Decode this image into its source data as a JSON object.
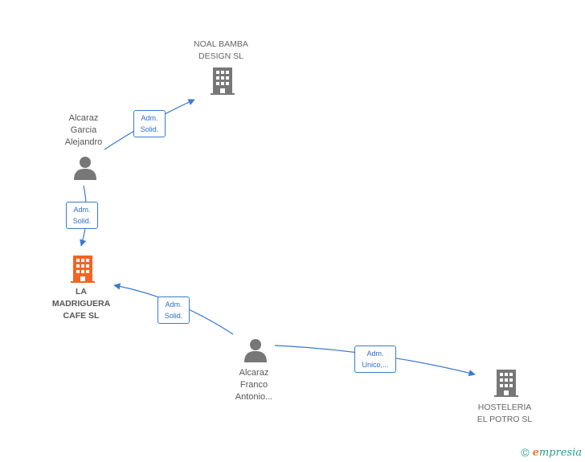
{
  "colors": {
    "edge": "#3a7ad0",
    "company": "#777777",
    "company_main": "#f26522",
    "person": "#777777"
  },
  "nodes": {
    "noal": {
      "label": "NOAL BAMBA\nDESIGN  SL",
      "icon": "building-icon"
    },
    "madriguera": {
      "label": "LA\nMADRIGUERA\nCAFE  SL",
      "icon": "building-icon"
    },
    "hosteleria": {
      "label": "HOSTELERIA\nEL POTRO  SL",
      "icon": "building-icon"
    },
    "alejandro": {
      "label": "Alcaraz\nGarcia\nAlejandro",
      "icon": "person-icon"
    },
    "antonio": {
      "label": "Alcaraz\nFranco\nAntonio...",
      "icon": "person-icon"
    }
  },
  "edges": {
    "e1": {
      "label": "Adm.\nSolid."
    },
    "e2": {
      "label": "Adm.\nSolid."
    },
    "e3": {
      "label": "Adm.\nSolid."
    },
    "e4": {
      "label": "Adm.\nUnico,..."
    }
  },
  "footer": {
    "copyright": "©",
    "brand_initial": "e",
    "brand_rest": "mpresia"
  }
}
